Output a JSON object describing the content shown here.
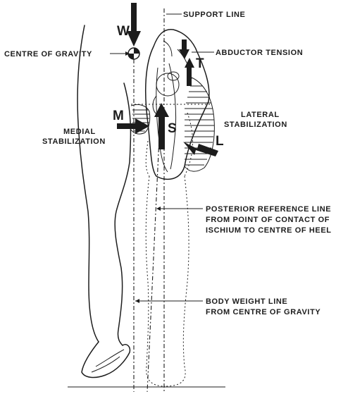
{
  "labels": {
    "support_line": "SUPPORT LINE",
    "centre_of_gravity": "CENTRE OF GRAVITY",
    "abductor_tension": "ABDUCTOR TENSION",
    "lateral_stabilization_1": "LATERAL",
    "lateral_stabilization_2": "STABILIZATION",
    "medial_stabilization_1": "MEDIAL",
    "medial_stabilization_2": "STABILIZATION",
    "posterior_ref_1": "POSTERIOR REFERENCE LINE",
    "posterior_ref_2": "FROM POINT OF CONTACT OF",
    "posterior_ref_3": "ISCHIUM TO CENTRE OF HEEL",
    "body_weight_1": "BODY WEIGHT LINE",
    "body_weight_2": "FROM CENTRE OF GRAVITY"
  },
  "force_letters": {
    "w": "W",
    "t": "T",
    "m": "M",
    "s": "S",
    "l": "L"
  },
  "colors": {
    "ink": "#1c1c1c",
    "background": "#ffffff"
  }
}
